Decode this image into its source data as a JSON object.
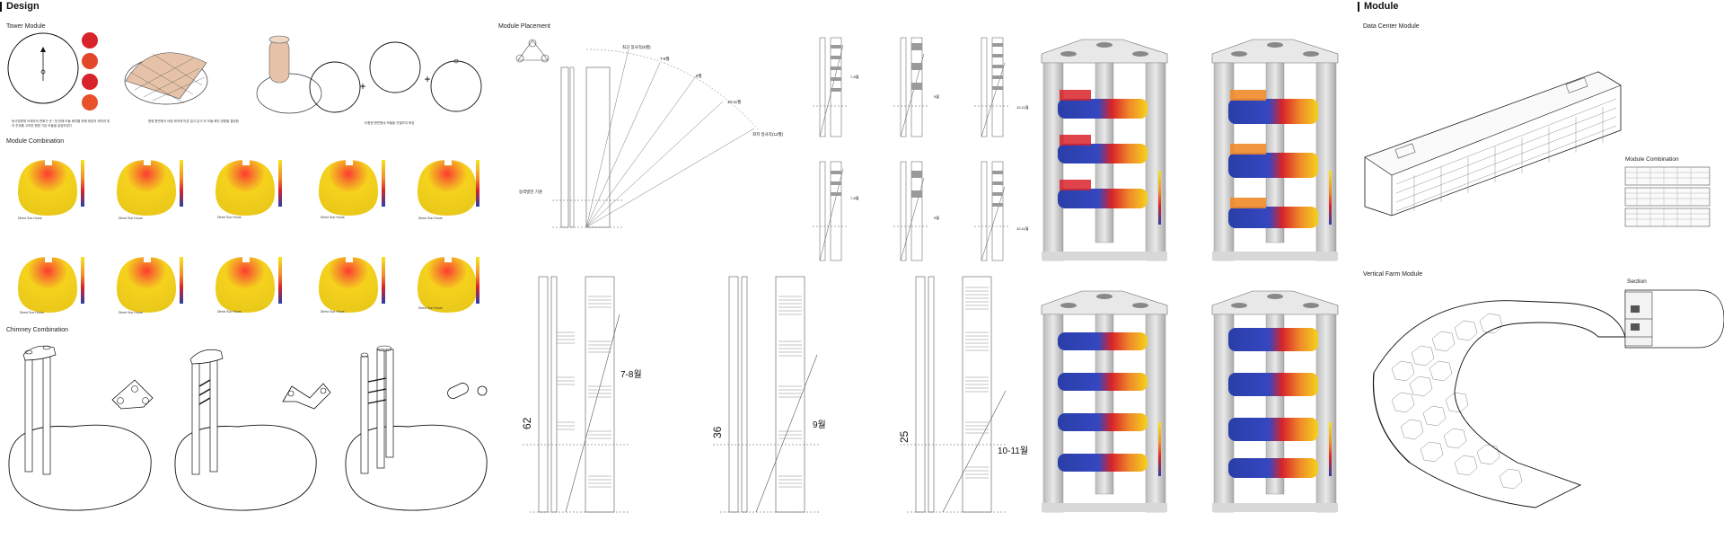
{
  "sections": {
    "design": "Design",
    "module": "Module"
  },
  "design": {
    "tower_module": {
      "title": "Tower Module",
      "note1": "동서방향에 모래와의 변화가 큰 / 첫 번째 모듈 배치를 위해 태양의 궤적과 빛의 투과를 고려한 원형 기본 모듈을 설정하였다",
      "note2": "원형 평면에서 태양 궤적에 따른 일사 분석 후 모듈 배치 방향을 결정함",
      "note3": "타원형 평면형태 모듈을 연결하여 확장"
    },
    "module_combination": {
      "title": "Module Combination",
      "captions": [
        "Direct Sun Hours",
        "Direct Sun Hours",
        "Direct Sun Hours",
        "Direct Sun Hours",
        "Direct Sun Hours",
        "Direct Sun Hours",
        "Direct Sun Hours",
        "Direct Sun Hours",
        "Direct Sun Hours",
        "Direct Sun Hours"
      ]
    },
    "chimney_combination": {
      "title": "Chimney Combination"
    },
    "module_placement": {
      "title": "Module Placement",
      "angles": [
        "최고 일사각(6월)",
        "7-8월",
        "9월",
        "10-11월",
        "최저 일사각(12월)"
      ],
      "reference": "동력발전 기준",
      "small_labels": [
        "7-8월",
        "9월",
        "10-11월",
        "7-8월",
        "9월",
        "10-11월"
      ],
      "sections": [
        {
          "height": "62",
          "month": "7-8월"
        },
        {
          "height": "36",
          "month": "9월"
        },
        {
          "height": "25",
          "month": "10-11월"
        }
      ]
    }
  },
  "module": {
    "data_center": "Data Center Module",
    "module_combination": "Module Combination",
    "vertical_farm": "Vertical Farm Module",
    "section": "Section"
  },
  "colors": {
    "heat_high": "#d8232a",
    "heat_mid": "#f5d21c",
    "heat_low": "#2a3ea8",
    "ink": "#111111"
  }
}
